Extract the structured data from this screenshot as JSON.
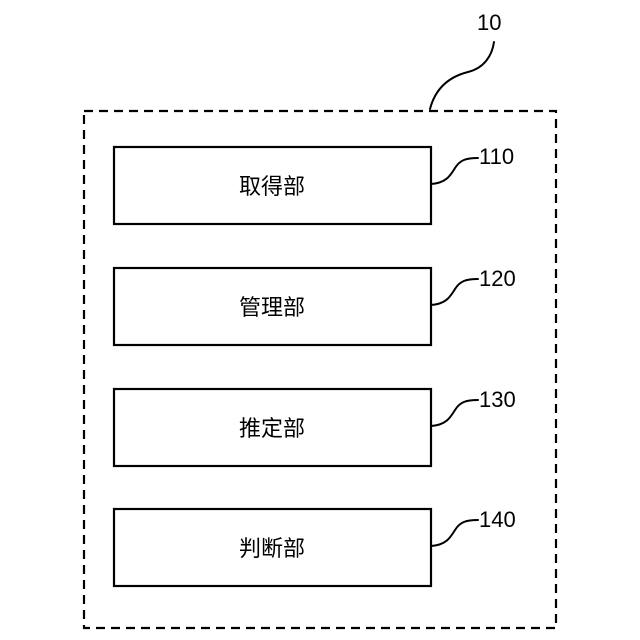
{
  "system": {
    "ref": "10"
  },
  "blocks": [
    {
      "label": "取得部",
      "ref": "110"
    },
    {
      "label": "管理部",
      "ref": "120"
    },
    {
      "label": "推定部",
      "ref": "130"
    },
    {
      "label": "判断部",
      "ref": "140"
    }
  ]
}
